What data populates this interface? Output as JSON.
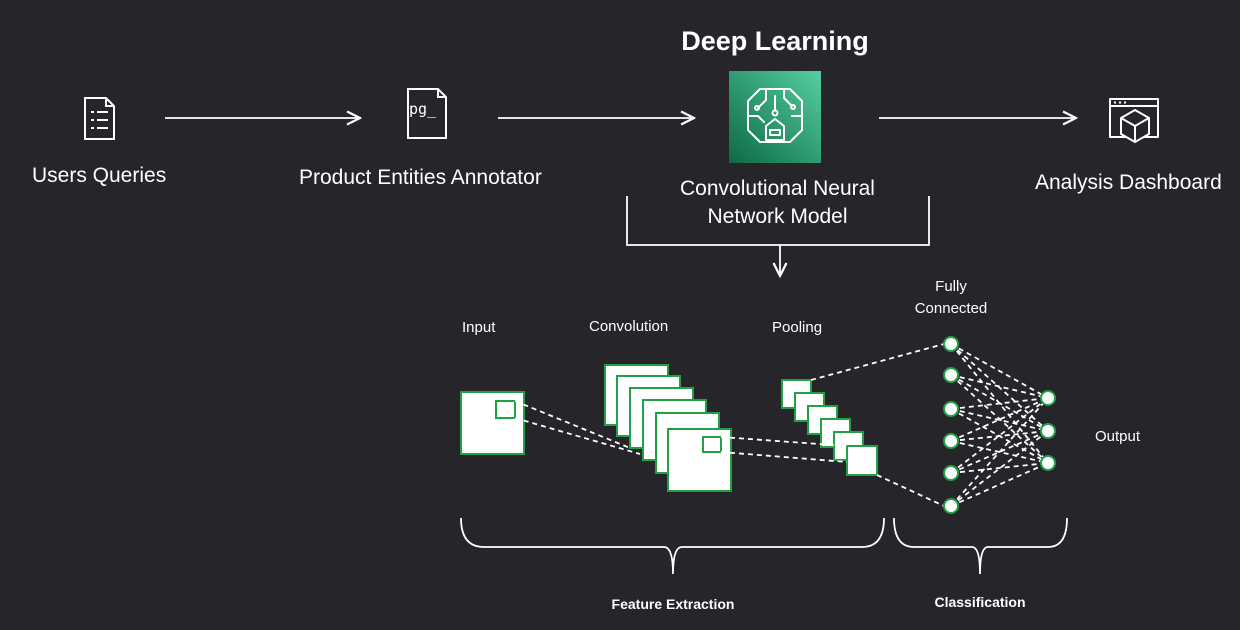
{
  "title": "Deep Learning",
  "pipeline": {
    "users_queries": "Users Queries",
    "annotator": "Product Entities Annotator",
    "cnn_model_line1": "Convolutional Neural",
    "cnn_model_line2": "Network Model",
    "dashboard": "Analysis Dashboard",
    "annotator_icon_text": "pg_"
  },
  "cnn": {
    "input": "Input",
    "convolution": "Convolution",
    "pooling": "Pooling",
    "fully_connected_line1": "Fully",
    "fully_connected_line2": "Connected",
    "output": "Output",
    "feature_extraction": "Feature Extraction",
    "classification": "Classification"
  },
  "colors": {
    "background": "#25252a",
    "stroke": "#ffffff",
    "accent_green": "#22a046",
    "icon_gradient_top": "#4fc79b",
    "icon_gradient_bottom": "#0f6b47"
  },
  "icons": {
    "users_queries": "document-list-icon",
    "annotator": "code-file-icon",
    "cnn_model": "neural-brain-icon",
    "dashboard": "browser-cube-icon"
  }
}
